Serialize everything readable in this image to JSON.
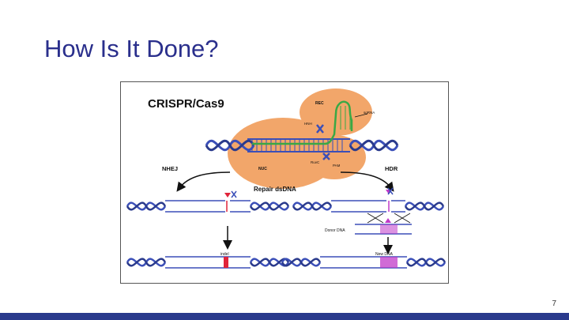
{
  "slide": {
    "title": "How Is It Done?",
    "page_number": "7"
  },
  "figure": {
    "heading": "CRISPR/Cas9",
    "labels": {
      "rec": "REC",
      "sgrna": "sgRNA",
      "hnh": "HNH",
      "nuc": "NUC",
      "ruvc": "RuvC",
      "pam": "PAM",
      "nhej": "NHEJ",
      "hdr": "HDR",
      "repair": "Repair dsDNA",
      "donor": "Donor DNA",
      "indel": "indel",
      "new_dna": "New DNA"
    },
    "colors": {
      "dna_blue": "#3b4fb8",
      "cas9_orange": "#f2a66a",
      "sgrna_green": "#3aa845",
      "cut_red": "#e0243a",
      "hdr_magenta": "#c03ac8",
      "accent_purple": "#6a3fb0"
    }
  }
}
